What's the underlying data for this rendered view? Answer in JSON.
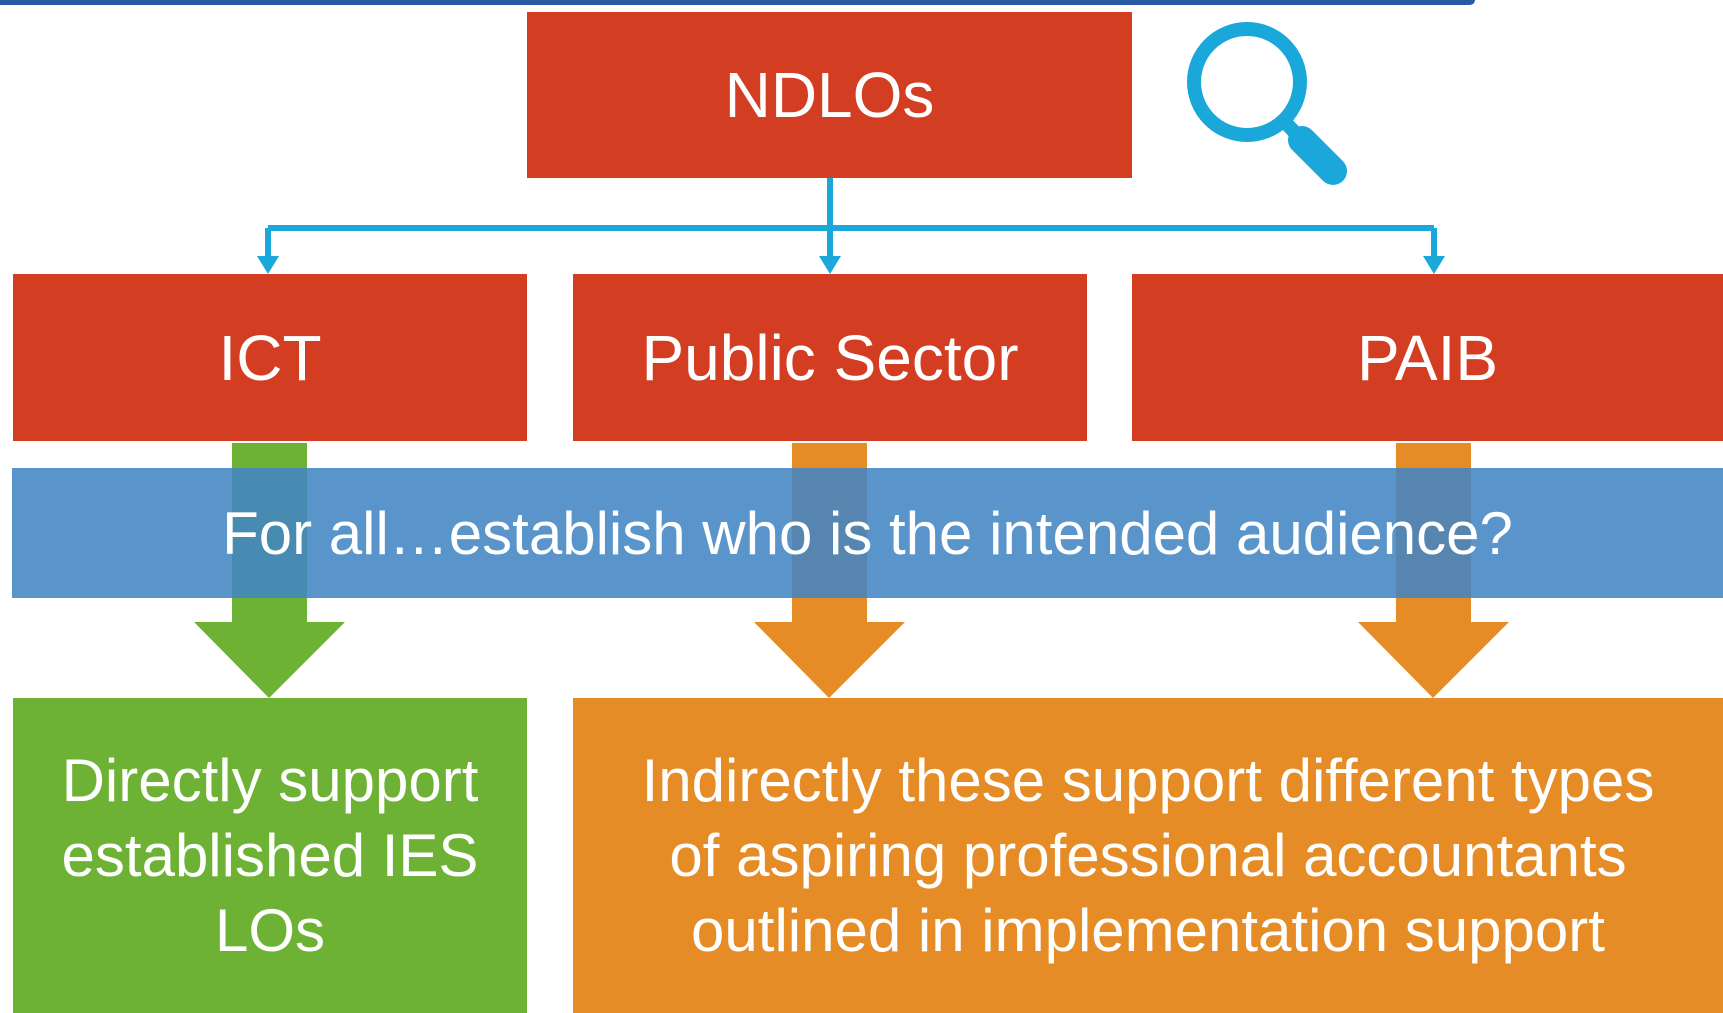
{
  "root": {
    "label": "NDLOs"
  },
  "branches": [
    {
      "label": "ICT"
    },
    {
      "label": "Public Sector"
    },
    {
      "label": "PAIB"
    }
  ],
  "banner": {
    "text": "For all…establish who is the intended audience?"
  },
  "outcomes": {
    "direct": "Directly support established IES LOs",
    "indirect": "Indirectly these support different types of aspiring professional accountants outlined in implementation support"
  },
  "colors": {
    "red": "#d33d21",
    "green": "#6db135",
    "orange": "#e68c27",
    "connector": "#1aa7d9",
    "banner": "#4285c4"
  },
  "icons": {
    "magnifier": "search-icon"
  }
}
